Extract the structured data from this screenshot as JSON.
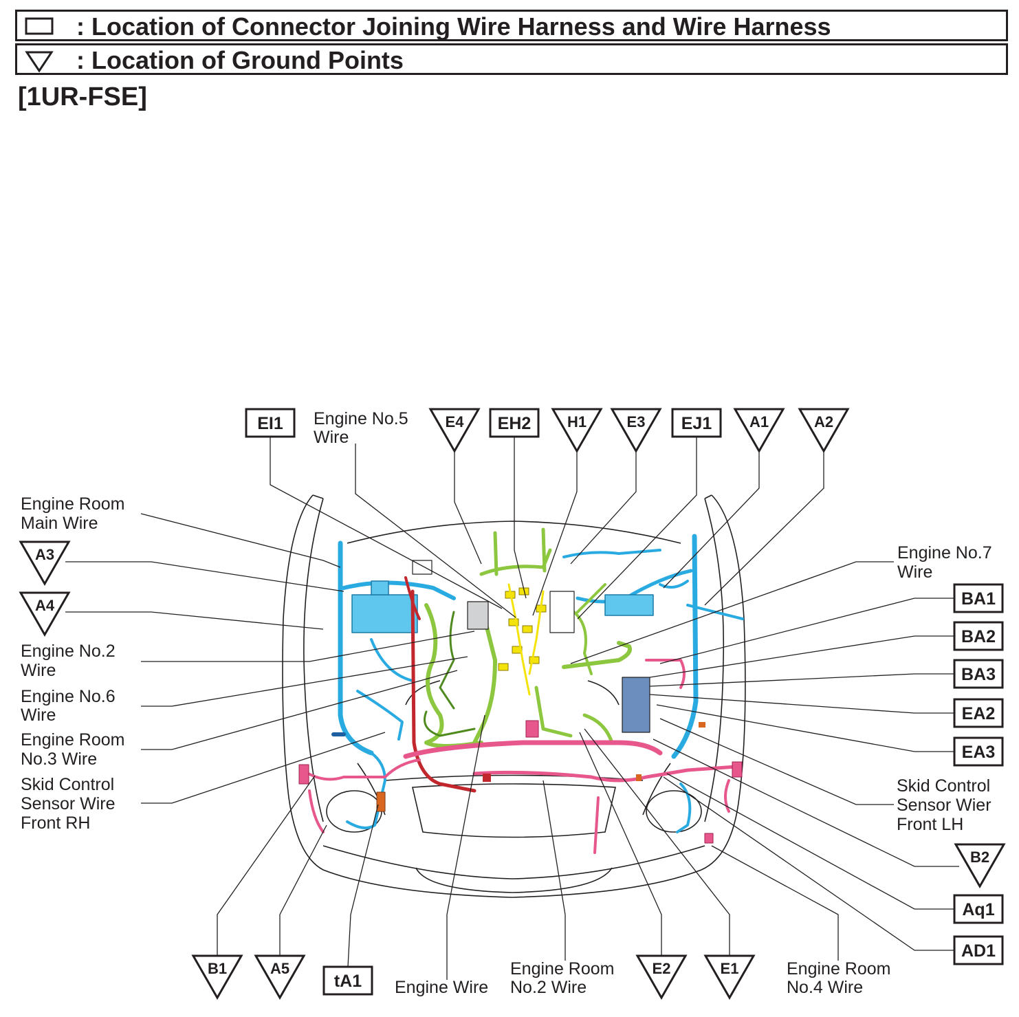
{
  "legend": {
    "connector_text": ": Location of Connector Joining Wire Harness and Wire Harness",
    "ground_text": ": Location of Ground Points"
  },
  "engine_code": "[1UR-FSE]",
  "wire_labels": {
    "engine_no5": [
      "Engine No.5",
      "Wire"
    ],
    "engine_room_main": [
      "Engine Room",
      "Main Wire"
    ],
    "engine_no2": [
      "Engine No.2",
      "Wire"
    ],
    "engine_no6": [
      "Engine No.6",
      "Wire"
    ],
    "engine_room_no3": [
      "Engine Room",
      "No.3 Wire"
    ],
    "skid_rh": [
      "Skid Control",
      "Sensor Wire",
      "Front RH"
    ],
    "engine_no7": [
      "Engine No.7",
      "Wire"
    ],
    "skid_lh": [
      "Skid Control",
      "Sensor Wier",
      "Front LH"
    ],
    "engine_wire": [
      "Engine Wire"
    ],
    "engine_room_no2": [
      "Engine Room",
      "No.2 Wire"
    ],
    "engine_room_no4": [
      "Engine Room",
      "No.4 Wire"
    ]
  },
  "connectors": {
    "EI1": "EI1",
    "EH2": "EH2",
    "EJ1": "EJ1",
    "BA1": "BA1",
    "BA2": "BA2",
    "BA3": "BA3",
    "EA2": "EA2",
    "EA3": "EA3",
    "Aq1": "Aq1",
    "AD1": "AD1",
    "tA1": "tA1"
  },
  "grounds": {
    "E4": "E4",
    "H1": "H1",
    "E3": "E3",
    "A1": "A1",
    "A2": "A2",
    "A3": "A3",
    "A4": "A4",
    "B2": "B2",
    "B1": "B1",
    "A5": "A5",
    "E2": "E2",
    "E1": "E1"
  },
  "colors": {
    "line": "#231f20",
    "harness_blue": "#29abe2",
    "harness_lightblue": "#5fc6ee",
    "harness_green": "#8dc63f",
    "harness_darkgreen": "#4f8a1f",
    "harness_pink": "#e8578b",
    "harness_red": "#c1272d",
    "harness_yellow": "#f4e30a",
    "harness_orange": "#d9661f"
  }
}
